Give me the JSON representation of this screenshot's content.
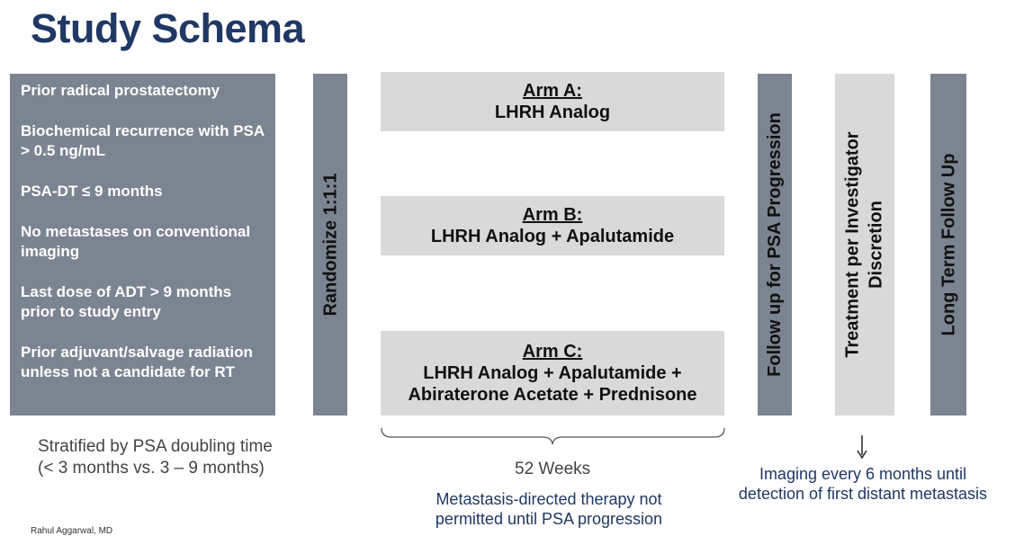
{
  "title": "Study Schema",
  "eligibility": {
    "criteria": [
      "Prior radical prostatectomy",
      "Biochemical recurrence with PSA > 0.5 ng/mL",
      "PSA-DT ≤ 9 months",
      "No metastases on conventional imaging",
      "Last dose of ADT > 9 months prior to study entry",
      "Prior adjuvant/salvage radiation unless not a candidate for RT"
    ]
  },
  "randomize_label": "Randomize 1:1:1",
  "arms": [
    {
      "title": "Arm A:",
      "treatment": "LHRH Analog"
    },
    {
      "title": "Arm B:",
      "treatment": "LHRH Analog + Apalutamide"
    },
    {
      "title": "Arm C:",
      "treatment_line1": "LHRH Analog + Apalutamide +",
      "treatment_line2": "Abiraterone Acetate + Prednisone"
    }
  ],
  "follow_up_label": "Follow up for PSA Progression",
  "treatment_label_line1": "Treatment per Investigator",
  "treatment_label_line2": "Discretion",
  "long_term_label": "Long Term Follow Up",
  "stratified_line1": "Stratified by PSA doubling time",
  "stratified_line2": "(< 3 months vs. 3 – 9 months)",
  "duration_label": "52 Weeks",
  "metastasis_note_line1": "Metastasis-directed therapy not",
  "metastasis_note_line2": "permitted until PSA progression",
  "imaging_note_line1": "Imaging every 6 months until",
  "imaging_note_line2": "detection of first distant metastasis",
  "author": "Rahul Aggarwal, MD",
  "colors": {
    "title": "#1f3864",
    "dark_box": "#7b8591",
    "light_box": "#d9d9d9",
    "note_navy": "#1f3864"
  }
}
